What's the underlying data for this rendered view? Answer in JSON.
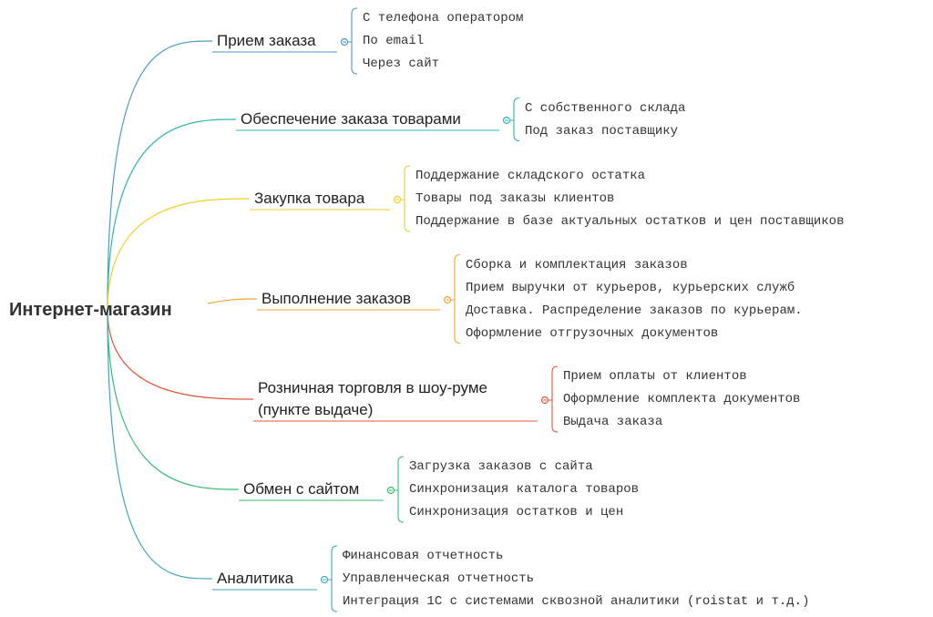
{
  "root": "Интернет-магазин",
  "branches": [
    {
      "label": "Прием заказа",
      "color": "#4a9cc0",
      "children": [
        "С телефона оператором",
        "По email",
        "Через сайт"
      ]
    },
    {
      "label": "Обеспечение заказа товарами",
      "color": "#2fb6b0",
      "children": [
        "С собственного склада",
        "Под заказ поставщику"
      ]
    },
    {
      "label": "Закупка товара",
      "color": "#f2cf2a",
      "children": [
        "Поддержание складского остатка",
        "Товары под заказы клиентов",
        "Поддержание в базе актуальных остатков и цен поставщиков"
      ]
    },
    {
      "label": "Выполнение заказов",
      "color": "#f0a537",
      "children": [
        "Сборка и комплектация заказов",
        "Прием выручки от курьеров, курьерских служб",
        "Доставка. Распределение заказов по курьерам.",
        "Оформление отгрузочных документов"
      ]
    },
    {
      "label": "Розничная торговля в шоу-руме (пункте выдаче)",
      "color": "#e4573f",
      "children": [
        "Прием оплаты от клиентов",
        "Оформление комплекта документов",
        "Выдача заказа"
      ]
    },
    {
      "label": "Обмен с сайтом",
      "color": "#36bd72",
      "children": [
        "Загрузка заказов с сайта",
        "Синхронизация каталога товаров",
        "Синхронизация остатков и цен"
      ]
    },
    {
      "label": "Аналитика",
      "color": "#3ba8b8",
      "children": [
        "Финансовая отчетность",
        "Управленческая отчетность",
        "Интеграция 1С с системами сквозной аналитики (roistat и т.д.)"
      ]
    }
  ]
}
